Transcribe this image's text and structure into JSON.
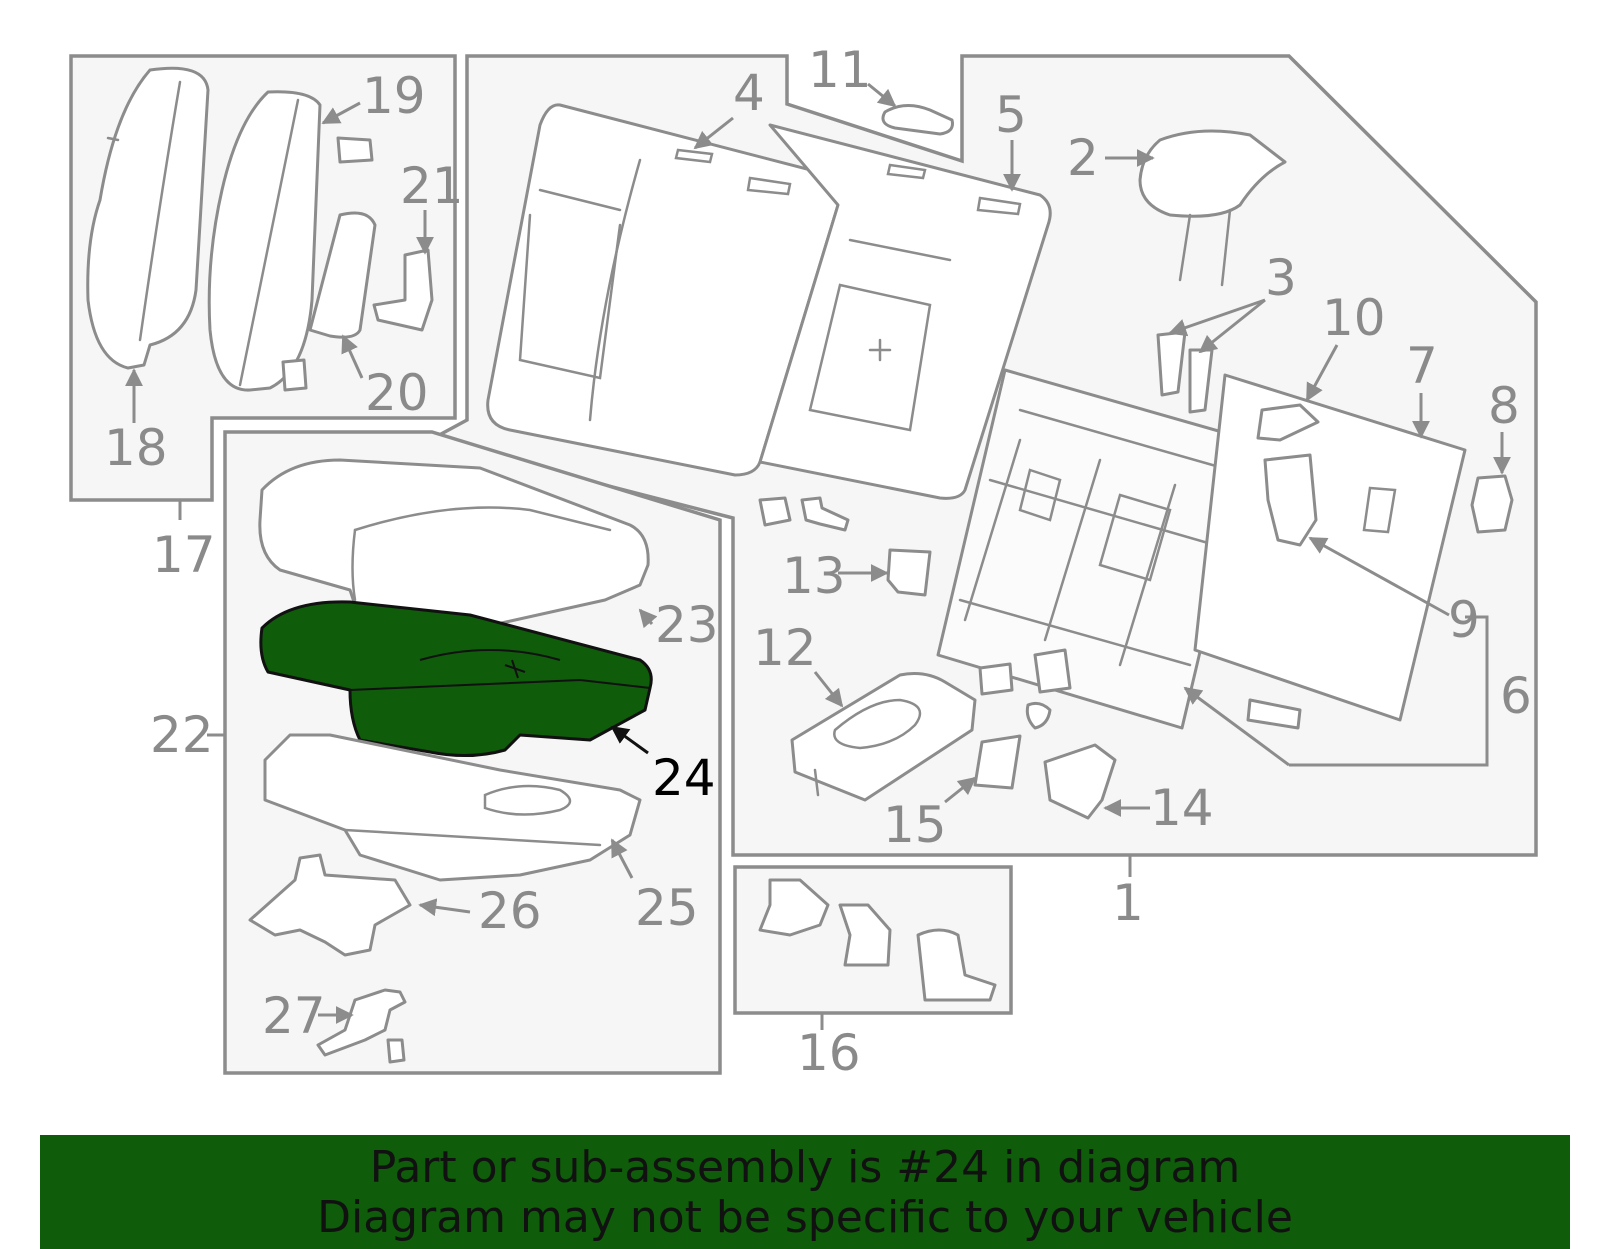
{
  "diagram": {
    "highlight_color": "#0f5c0a",
    "highlighted_label": "24",
    "labels": {
      "l1": "1",
      "l2": "2",
      "l3": "3",
      "l4": "4",
      "l5": "5",
      "l6": "6",
      "l7": "7",
      "l8": "8",
      "l9": "9",
      "l10": "10",
      "l11": "11",
      "l12": "12",
      "l13": "13",
      "l14": "14",
      "l15": "15",
      "l16": "16",
      "l17": "17",
      "l18": "18",
      "l19": "19",
      "l20": "20",
      "l21": "21",
      "l22": "22",
      "l23": "23",
      "l24": "24",
      "l25": "25",
      "l26": "26",
      "l27": "27"
    }
  },
  "banner": {
    "line1": "Part or sub-assembly is #24 in diagram",
    "line2": "Diagram may not be specific to your vehicle",
    "background": "#0f5c0a"
  }
}
